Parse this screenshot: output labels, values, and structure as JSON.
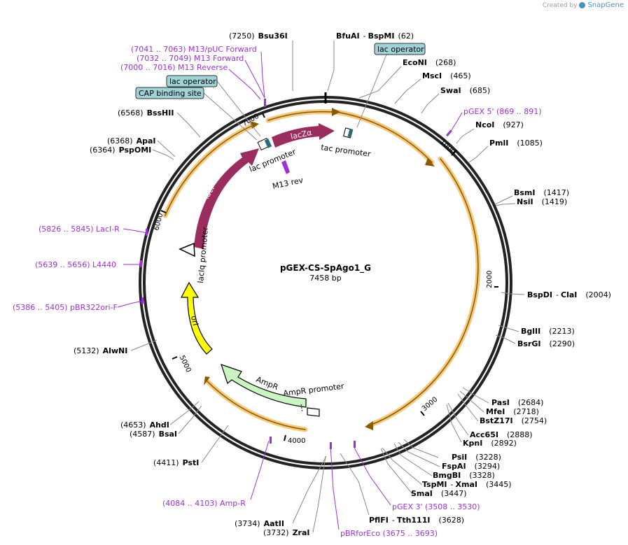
{
  "credit": {
    "text": "Created by",
    "brand": "SnapGene"
  },
  "plasmid": {
    "name": "pGEX-CS-SpAgo1_G",
    "length_label": "7458 bp",
    "length": 7458
  },
  "ticks": [
    "1000",
    "2000",
    "3000",
    "4000",
    "5000",
    "6000",
    "7000"
  ],
  "sites": [
    {
      "pos": "(7250)",
      "name": "Bsu36I"
    },
    {
      "name": "BfuAI",
      "sep": "-",
      "name2": "BspMI",
      "pos": "(62)"
    },
    {
      "name": "EcoNI",
      "pos": "(268)"
    },
    {
      "name": "MscI",
      "pos": "(465)"
    },
    {
      "name": "SwaI",
      "pos": "(685)"
    },
    {
      "name": "NcoI",
      "pos": "(927)"
    },
    {
      "name": "PmlI",
      "pos": "(1085)"
    },
    {
      "name": "BsmI",
      "pos": "(1417)"
    },
    {
      "name": "NsiI",
      "pos": "(1419)"
    },
    {
      "name": "BspDI",
      "sep": "-",
      "name2": "ClaI",
      "pos": "(2004)"
    },
    {
      "name": "BglII",
      "pos": "(2213)"
    },
    {
      "name": "BsrGI",
      "pos": "(2290)"
    },
    {
      "name": "PasI",
      "pos": "(2684)"
    },
    {
      "name": "MfeI",
      "pos": "(2718)"
    },
    {
      "name": "BstZ17I",
      "pos": "(2754)"
    },
    {
      "name": "Acc65I",
      "pos": "(2888)"
    },
    {
      "name": "KpnI",
      "pos": "(2892)"
    },
    {
      "name": "PsiI",
      "pos": "(3228)"
    },
    {
      "name": "FspAI",
      "pos": "(3294)"
    },
    {
      "name": "BmgBI",
      "pos": "(3328)"
    },
    {
      "name": "TspMI",
      "sep": "-",
      "name2": "XmaI",
      "pos": "(3445)"
    },
    {
      "name": "SmaI",
      "pos": "(3447)"
    },
    {
      "name": "PflFI",
      "sep": "-",
      "name2": "Tth111I",
      "pos": "(3628)"
    },
    {
      "pos": "(3734)",
      "name": "AatII"
    },
    {
      "pos": "(3732)",
      "name": "ZraI"
    },
    {
      "pos": "(4411)",
      "name": "PstI"
    },
    {
      "pos": "(4653)",
      "name": "AhdI"
    },
    {
      "pos": "(4587)",
      "name": "BsaI"
    },
    {
      "pos": "(5132)",
      "name": "AlwNI"
    },
    {
      "pos": "(6368)",
      "name": "ApaI"
    },
    {
      "pos": "(6364)",
      "name": "PspOMI"
    },
    {
      "pos": "(6568)",
      "name": "BssHII"
    }
  ],
  "primers": [
    {
      "label": "(7041 .. 7063)  M13/pUC Forward"
    },
    {
      "label": "(7032 .. 7049)  M13 Forward"
    },
    {
      "label": "(7000 .. 7016)  M13 Reverse"
    },
    {
      "label": "pGEX 5'    (869 .. 891)"
    },
    {
      "label": "pGEX 3'    (3508 .. 3530)"
    },
    {
      "label": "pBRforEco    (3675 .. 3693)"
    },
    {
      "label": "(4084 .. 4103)  Amp-R"
    },
    {
      "label": "(5386 .. 5405)  pBR322ori-F"
    },
    {
      "label": "(5639 .. 5656)  L4440"
    },
    {
      "label": "(5826 .. 5845)  LacI-R"
    }
  ],
  "boxes": [
    {
      "label": "lac operator",
      "color": "#9fd3d8"
    },
    {
      "label": "lac operator",
      "color": "#9fd3d8"
    },
    {
      "label": "CAP binding site",
      "color": "#9fd3d8"
    }
  ],
  "features": {
    "lacza": "lacZα",
    "laci": "lacI",
    "ori": "ori",
    "ampr": "AmpR",
    "ampr_promoter": "AmpR promoter",
    "laciq_promoter": "lacIq promoter",
    "lac_promoter": "lac promoter",
    "tac_promoter": "tac promoter",
    "m13_rev": "M13 rev"
  },
  "colors": {
    "backbone": "#222222",
    "orf": "#f5a623",
    "laci": "#9b2c5e",
    "ori": "#ffff00",
    "ampr": "#c9f5c0",
    "primer": "#9b30d9",
    "box": "#9fd3d8"
  }
}
